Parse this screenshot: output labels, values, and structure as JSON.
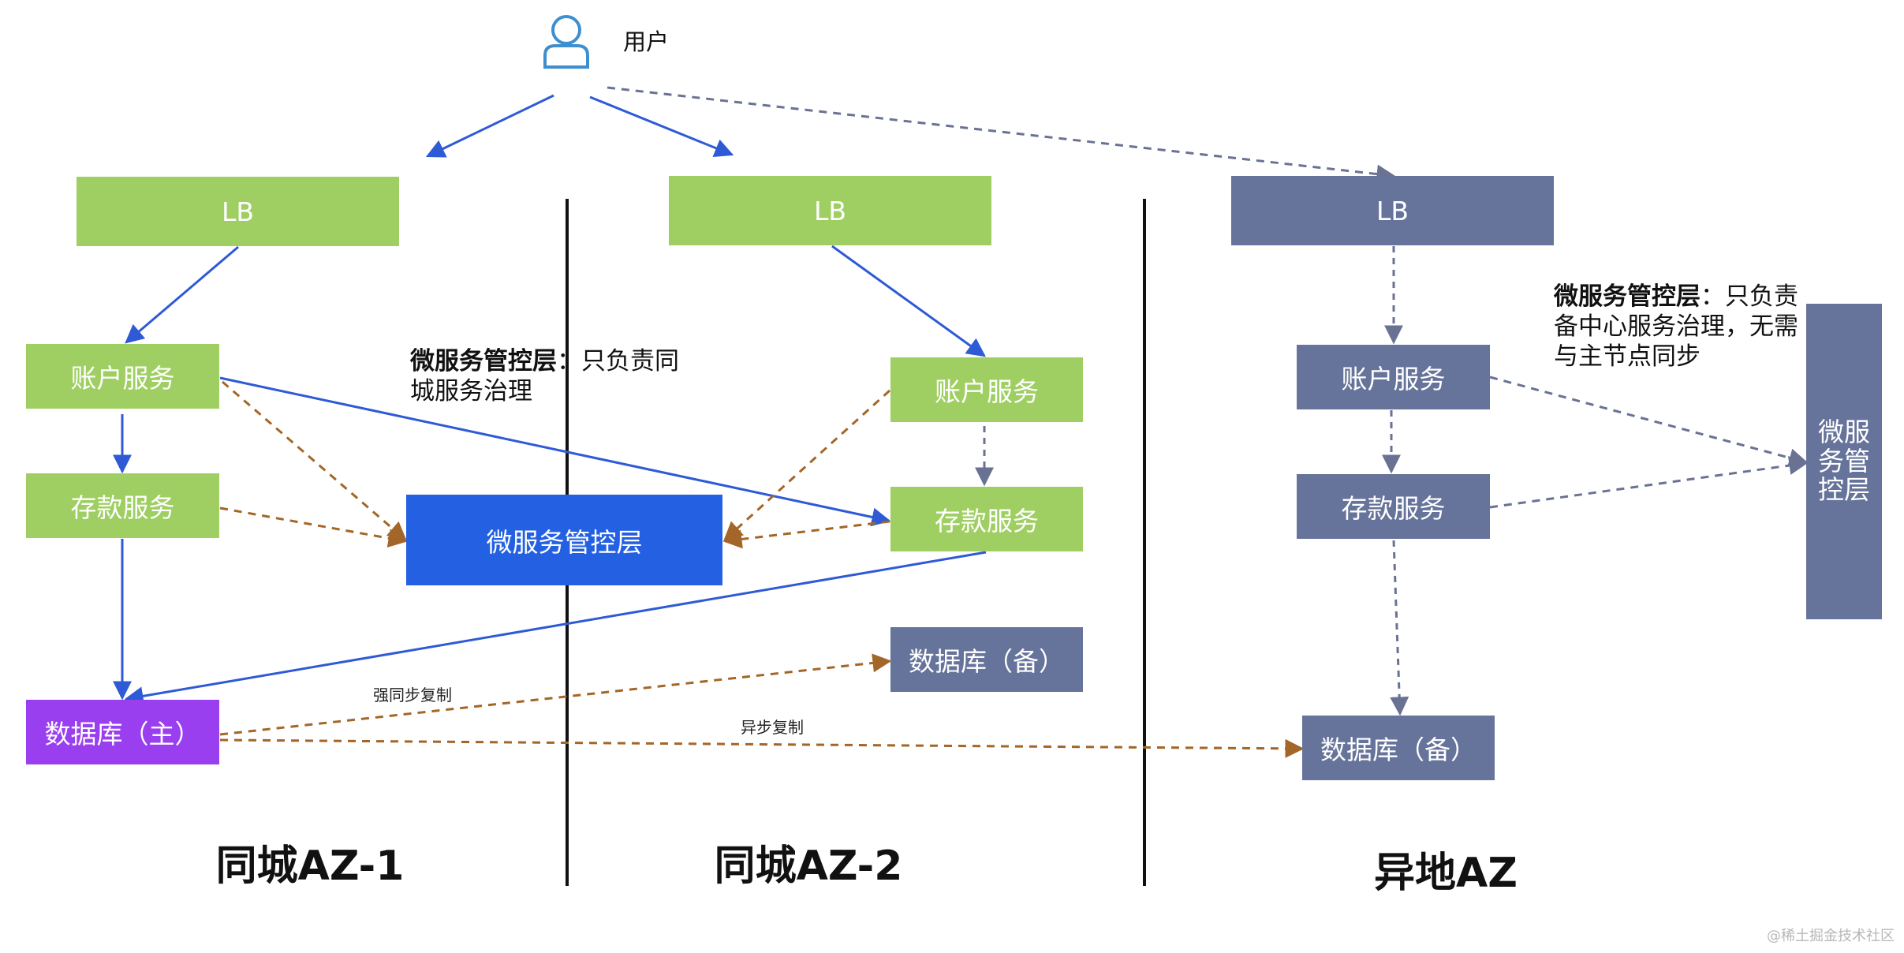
{
  "user": {
    "label": "用户",
    "icon": "user-icon"
  },
  "nodes": {
    "az1_lb": "LB",
    "az1_account": "账户服务",
    "az1_deposit": "存款服务",
    "az1_db_primary": "数据库（主）",
    "control_plane": "微服务管控层",
    "az2_lb": "LB",
    "az2_account": "账户服务",
    "az2_deposit": "存款服务",
    "az2_db_standby": "数据库（备）",
    "remote_lb": "LB",
    "remote_account": "账户服务",
    "remote_deposit": "存款服务",
    "remote_db_standby": "数据库（备）",
    "remote_control_plane": "微服务管控层"
  },
  "notes": {
    "same_city_bold": "微服务管控层",
    "same_city_text": "：只负责同城服务治理",
    "remote_bold": "微服务管控层",
    "remote_text": "：只负责备中心服务治理，无需与主节点同步"
  },
  "edge_labels": {
    "sync_replication": "强同步复制",
    "async_replication": "异步复制"
  },
  "zones": {
    "az1": "同城AZ-1",
    "az2": "同城AZ-2",
    "remote": "异地AZ"
  },
  "watermark": "@稀土掘金技术社区",
  "colors": {
    "green_node": "#9fcf63",
    "gray_node": "#66739a",
    "control_plane": "#2461e2",
    "primary_db": "#9a3ff0",
    "solid_arrow": "#2e5ad6",
    "orange_dashed": "#a36628",
    "gray_dashed": "#6a7294"
  }
}
